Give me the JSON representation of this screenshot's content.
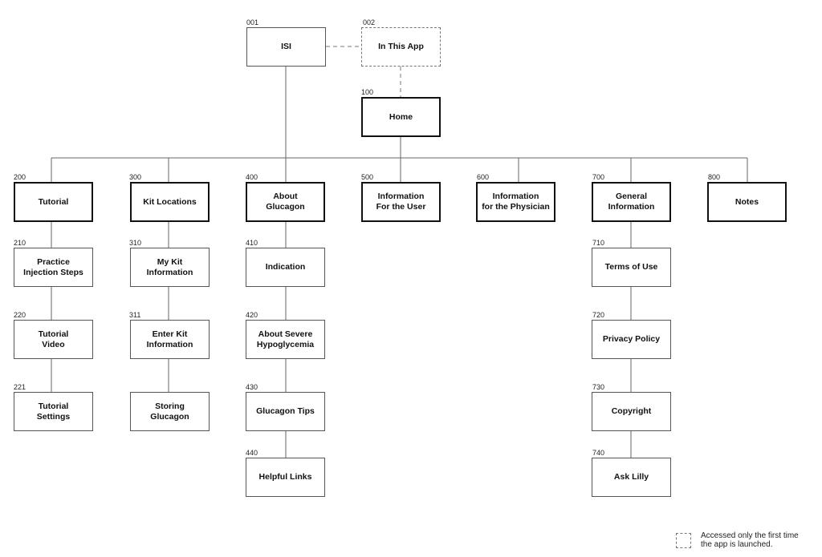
{
  "nodes": {
    "isi": {
      "id": "001",
      "label": "ISI"
    },
    "in_this_app": {
      "id": "002",
      "label": "In This App"
    },
    "home": {
      "id": "100",
      "label": "Home"
    },
    "tutorial": {
      "id": "200",
      "label": "Tutorial"
    },
    "practice_injection_steps": {
      "id": "210",
      "label": "Practice\nInjection Steps"
    },
    "tutorial_video": {
      "id": "220",
      "label": "Tutorial\nVideo"
    },
    "tutorial_settings": {
      "id": "221",
      "label": "Tutorial\nSettings"
    },
    "kit_locations": {
      "id": "300",
      "label": "Kit Locations"
    },
    "my_kit_information": {
      "id": "310",
      "label": "My Kit\nInformation"
    },
    "enter_kit_information": {
      "id": "311",
      "label": "Enter Kit\nInformation"
    },
    "storing_glucagon": {
      "id": "",
      "label": "Storing\nGlucagon"
    },
    "about_glucagon": {
      "id": "400",
      "label": "About\nGlucagon"
    },
    "indication": {
      "id": "410",
      "label": "Indication"
    },
    "about_severe_hypoglycemia": {
      "id": "420",
      "label": "About Severe\nHypoglycemia"
    },
    "glucagon_tips": {
      "id": "430",
      "label": "Glucagon Tips"
    },
    "helpful_links": {
      "id": "440",
      "label": "Helpful Links"
    },
    "information_for_the_user": {
      "id": "500",
      "label": "Information\nFor the User"
    },
    "information_for_the_physician": {
      "id": "600",
      "label": "Information\nfor the Physician"
    },
    "general_information": {
      "id": "700",
      "label": "General\nInformation"
    },
    "terms_of_use": {
      "id": "710",
      "label": "Terms of Use"
    },
    "privacy_policy": {
      "id": "720",
      "label": "Privacy Policy"
    },
    "copyright": {
      "id": "730",
      "label": "Copyright"
    },
    "ask_lilly": {
      "id": "740",
      "label": "Ask Lilly"
    },
    "notes": {
      "id": "800",
      "label": "Notes"
    }
  },
  "edges": [
    {
      "from": "isi",
      "to": "in_this_app",
      "style": "dashed"
    },
    {
      "from": "in_this_app",
      "to": "home",
      "style": "dashed"
    },
    {
      "from": "isi",
      "to": "about_glucagon",
      "style": "solid"
    },
    {
      "from": "home",
      "to": "tutorial",
      "style": "solid"
    },
    {
      "from": "home",
      "to": "kit_locations",
      "style": "solid"
    },
    {
      "from": "home",
      "to": "about_glucagon",
      "style": "solid"
    },
    {
      "from": "home",
      "to": "information_for_the_user",
      "style": "solid"
    },
    {
      "from": "home",
      "to": "information_for_the_physician",
      "style": "solid"
    },
    {
      "from": "home",
      "to": "general_information",
      "style": "solid"
    },
    {
      "from": "home",
      "to": "notes",
      "style": "solid"
    },
    {
      "from": "tutorial",
      "to": "practice_injection_steps",
      "style": "solid"
    },
    {
      "from": "practice_injection_steps",
      "to": "tutorial_video",
      "style": "solid"
    },
    {
      "from": "tutorial_video",
      "to": "tutorial_settings",
      "style": "solid"
    },
    {
      "from": "kit_locations",
      "to": "my_kit_information",
      "style": "solid"
    },
    {
      "from": "my_kit_information",
      "to": "enter_kit_information",
      "style": "solid"
    },
    {
      "from": "enter_kit_information",
      "to": "storing_glucagon",
      "style": "solid"
    },
    {
      "from": "about_glucagon",
      "to": "indication",
      "style": "solid"
    },
    {
      "from": "indication",
      "to": "about_severe_hypoglycemia",
      "style": "solid"
    },
    {
      "from": "about_severe_hypoglycemia",
      "to": "glucagon_tips",
      "style": "solid"
    },
    {
      "from": "glucagon_tips",
      "to": "helpful_links",
      "style": "solid"
    },
    {
      "from": "general_information",
      "to": "terms_of_use",
      "style": "solid"
    },
    {
      "from": "terms_of_use",
      "to": "privacy_policy",
      "style": "solid"
    },
    {
      "from": "privacy_policy",
      "to": "copyright",
      "style": "solid"
    },
    {
      "from": "copyright",
      "to": "ask_lilly",
      "style": "solid"
    }
  ],
  "legend": {
    "text": "Accessed only the first time\nthe app is launched."
  }
}
